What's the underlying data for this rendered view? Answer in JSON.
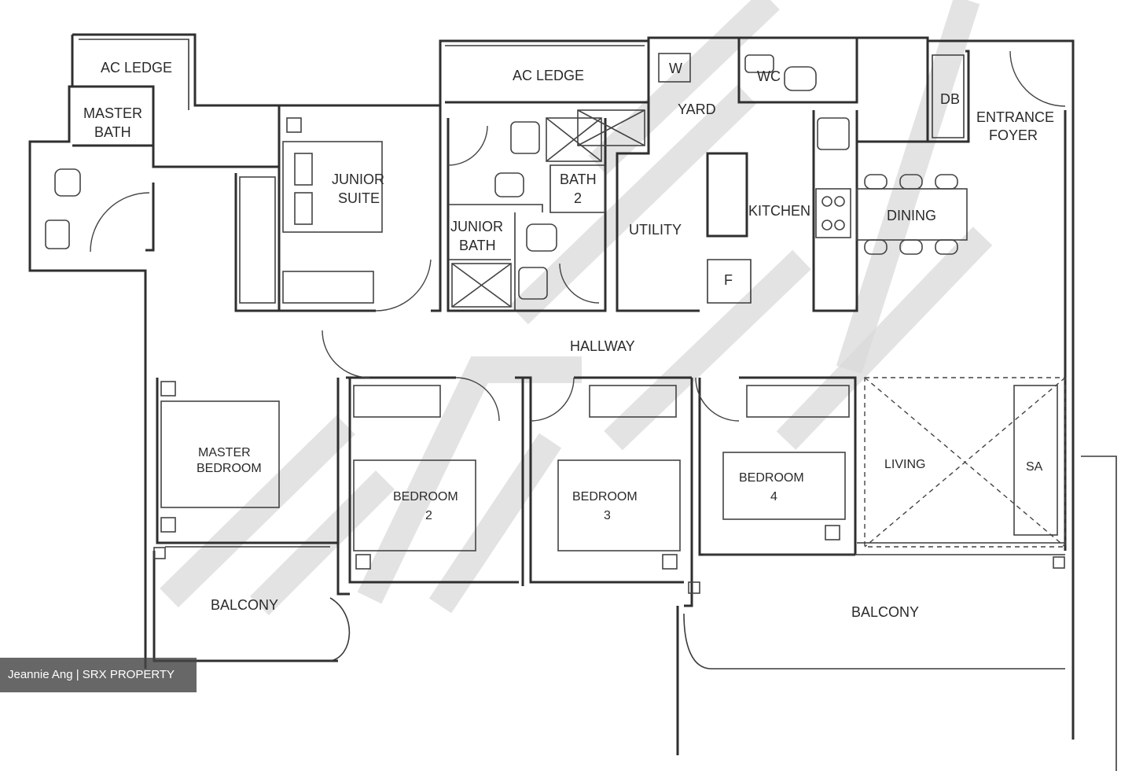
{
  "rooms": {
    "ac_ledge_left": "AC LEDGE",
    "ac_ledge_mid": "AC LEDGE",
    "master_bath_1": "MASTER",
    "master_bath_2": "BATH",
    "junior_suite_1": "JUNIOR",
    "junior_suite_2": "SUITE",
    "junior_bath_1": "JUNIOR",
    "junior_bath_2": "BATH",
    "bath2_1": "BATH",
    "bath2_2": "2",
    "wc": "WC",
    "washer": "W",
    "yard": "YARD",
    "utility": "UTILITY",
    "fridge": "F",
    "kitchen": "KITCHEN",
    "db": "DB",
    "entrance_1": "ENTRANCE",
    "entrance_2": "FOYER",
    "dining": "DINING",
    "hallway": "HALLWAY",
    "master_bedroom_1": "MASTER",
    "master_bedroom_2": "BEDROOM",
    "bedroom2_1": "BEDROOM",
    "bedroom2_2": "2",
    "bedroom3_1": "BEDROOM",
    "bedroom3_2": "3",
    "bedroom4_1": "BEDROOM",
    "bedroom4_2": "4",
    "living": "LIVING",
    "sa": "SA",
    "balcony_left": "BALCONY",
    "balcony_right": "BALCONY"
  },
  "credit": "Jeannie Ang | SRX PROPERTY"
}
